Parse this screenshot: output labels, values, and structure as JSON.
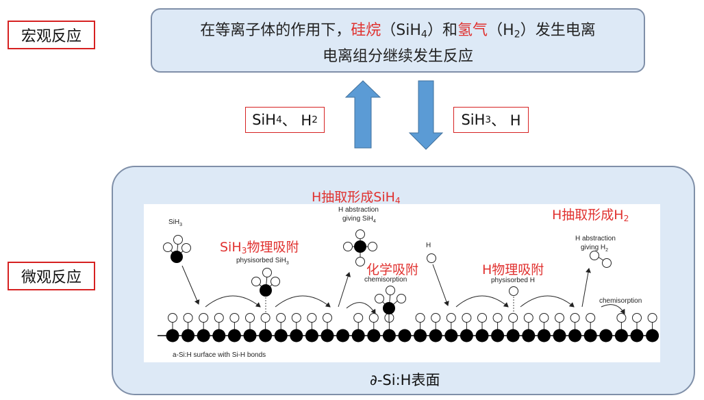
{
  "labels": {
    "macro": "宏观反应",
    "micro": "微观反应"
  },
  "top_box": {
    "line1_a": "在等离子体的作用下，",
    "line1_silane": "硅烷",
    "line1_b": "（SiH",
    "line1_b_sub": "4",
    "line1_c": "）和",
    "line1_hydrogen": "氢气",
    "line1_d": "（H",
    "line1_d_sub": "2",
    "line1_e": "）发生电离",
    "line2": "电离组分继续发生反应"
  },
  "species_up": {
    "a": "SiH",
    "a_sub": "4",
    "b": "、 H",
    "b_sub": "2"
  },
  "species_down": {
    "a": "SiH",
    "a_sub": "3",
    "b": "、 H"
  },
  "annotations": {
    "h_abstraction_sih4": {
      "text": "H抽取形成SiH",
      "sub": "4"
    },
    "sih3_physisorption": {
      "text": "SiH",
      "sub": "3",
      "text2": "物理吸附"
    },
    "chemisorption": "化学吸附",
    "h_physisorption": "H物理吸附",
    "h_abstraction_h2": {
      "text": "H抽取形成H",
      "sub": "2"
    }
  },
  "figure": {
    "sih3_label": "SiH",
    "sih3_label_sub": "3",
    "physisorbed_sih3": "physisorbed SiH",
    "physisorbed_sih3_sub": "3",
    "h_abstraction_a": "H abstraction",
    "giving_sih4": "giving SiH",
    "giving_sih4_sub": "4",
    "chemisorption": "chemisorption",
    "h_label": "H",
    "physisorbed_h": "physisorbed H",
    "h_abstraction_b": "H abstraction",
    "giving_h2": "giving H",
    "giving_h2_sub": "2",
    "chemisorption_right": "chemisorption",
    "surface_label": "a-Si:H surface with Si-H bonds"
  },
  "surface_caption": "∂-Si:H表面",
  "colors": {
    "accent_red": "#e0312f",
    "box_fill": "#dde9f6",
    "arrow": "#5b9bd5"
  }
}
